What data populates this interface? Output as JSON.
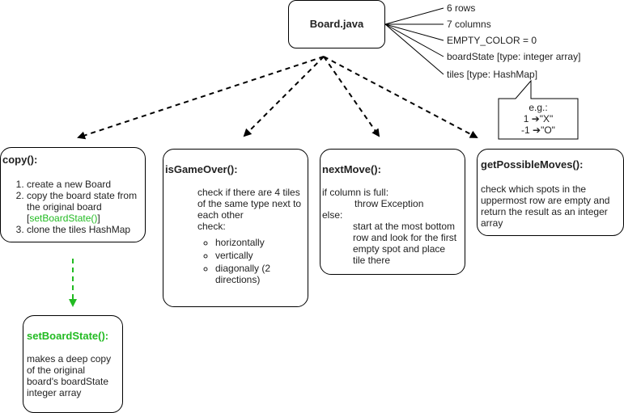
{
  "main": {
    "title": "Board.java"
  },
  "attributes": [
    "6 rows",
    "7 columns",
    "EMPTY_COLOR = 0",
    "boardState [type: integer array]",
    "tiles [type: HashMap]"
  ],
  "callout": {
    "line1": "e.g.:",
    "line2": "1 ➔\"X\"",
    "line3": "-1 ➔\"O\""
  },
  "copy": {
    "title": "copy():",
    "steps": [
      "create a new Board",
      "copy the board state from the original board ",
      "clone the tiles HashMap"
    ],
    "link_open": "[",
    "link": "setBoardState()",
    "link_close": "]"
  },
  "isGameOver": {
    "title": "isGameOver():",
    "text": "check if there are 4 tiles of the same type next to each other",
    "check": "check:",
    "items": [
      "horizontally",
      "vertically",
      "diagonally (2 directions)"
    ]
  },
  "nextMove": {
    "title": "nextMove():",
    "if": "if column is full:",
    "throw": "throw Exception",
    "else": "else:",
    "text": "start at the most bottom row and look for the first empty spot and place tile there"
  },
  "getPossibleMoves": {
    "title": "getPossibleMoves():",
    "text": "check which spots in the uppermost row are empty and return the result as an integer array"
  },
  "setBoardState": {
    "title": "setBoardState():",
    "text": "makes a deep copy of the original board's boardState integer array"
  },
  "colors": {
    "accent_green": "#22bb22"
  }
}
